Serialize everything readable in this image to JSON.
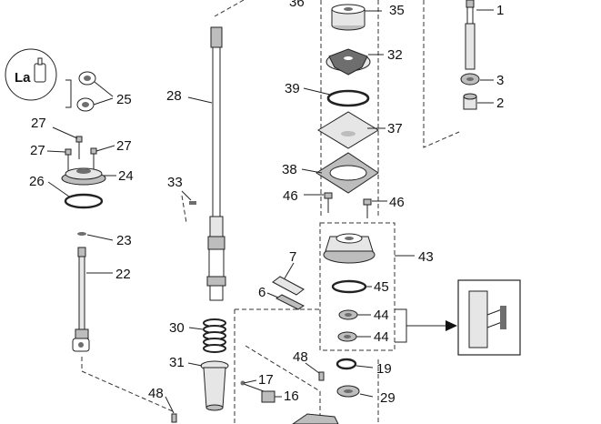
{
  "labels": [
    {
      "id": "p36",
      "text": "36"
    },
    {
      "id": "p35",
      "text": "35"
    },
    {
      "id": "p1",
      "text": "1"
    },
    {
      "id": "p32",
      "text": "32"
    },
    {
      "id": "p3",
      "text": "3"
    },
    {
      "id": "p25",
      "text": "25"
    },
    {
      "id": "p28",
      "text": "28"
    },
    {
      "id": "p39",
      "text": "39"
    },
    {
      "id": "p2",
      "text": "2"
    },
    {
      "id": "p37",
      "text": "37"
    },
    {
      "id": "p27a",
      "text": "27"
    },
    {
      "id": "p27b",
      "text": "27"
    },
    {
      "id": "p27c",
      "text": "27"
    },
    {
      "id": "p24",
      "text": "24"
    },
    {
      "id": "p38",
      "text": "38"
    },
    {
      "id": "p26",
      "text": "26"
    },
    {
      "id": "p33",
      "text": "33"
    },
    {
      "id": "p46a",
      "text": "46"
    },
    {
      "id": "p46b",
      "text": "46"
    },
    {
      "id": "p23",
      "text": "23"
    },
    {
      "id": "p43",
      "text": "43"
    },
    {
      "id": "p7",
      "text": "7"
    },
    {
      "id": "p22",
      "text": "22"
    },
    {
      "id": "p6",
      "text": "6"
    },
    {
      "id": "p45",
      "text": "45"
    },
    {
      "id": "p44a",
      "text": "44"
    },
    {
      "id": "p44b",
      "text": "44"
    },
    {
      "id": "p30",
      "text": "30"
    },
    {
      "id": "p48a",
      "text": "48"
    },
    {
      "id": "p31",
      "text": "31"
    },
    {
      "id": "p19",
      "text": "19"
    },
    {
      "id": "p17",
      "text": "17"
    },
    {
      "id": "p16",
      "text": "16"
    },
    {
      "id": "p29",
      "text": "29"
    },
    {
      "id": "p48b",
      "text": "48"
    }
  ],
  "badge_text": "La",
  "colors": {
    "line": "#222222",
    "part_light": "#e6e6e6",
    "part_mid": "#bdbdbd",
    "part_dark": "#6e6e6e",
    "background": "#ffffff"
  },
  "icons": [
    "grease-tube-icon",
    "bearing-inset-icon"
  ]
}
